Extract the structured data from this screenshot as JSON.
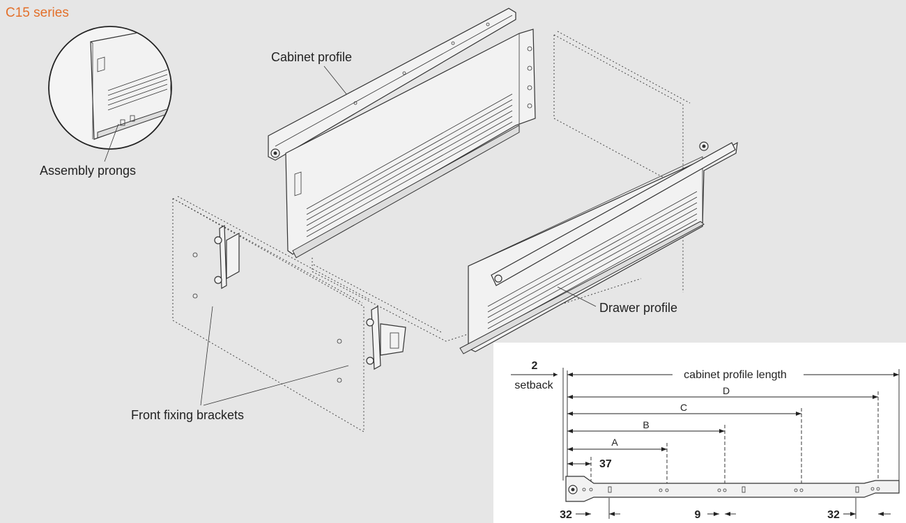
{
  "title": "C15 series",
  "colors": {
    "title": "#e3702b",
    "background": "#e6e6e6",
    "panel": "#ffffff",
    "ink": "#222222"
  },
  "labels": {
    "cabinet_profile": "Cabinet profile",
    "assembly_prongs": "Assembly prongs",
    "drawer_profile": "Drawer profile",
    "front_fixing_brackets": "Front fixing brackets"
  },
  "dimensions": {
    "setback_value": "2",
    "setback_label": "setback",
    "cabinet_length": "cabinet profile length",
    "d": "D",
    "c": "C",
    "b": "B",
    "a": "A",
    "d37": "37",
    "d32_left": "32",
    "d9": "9",
    "d32_right": "32"
  }
}
